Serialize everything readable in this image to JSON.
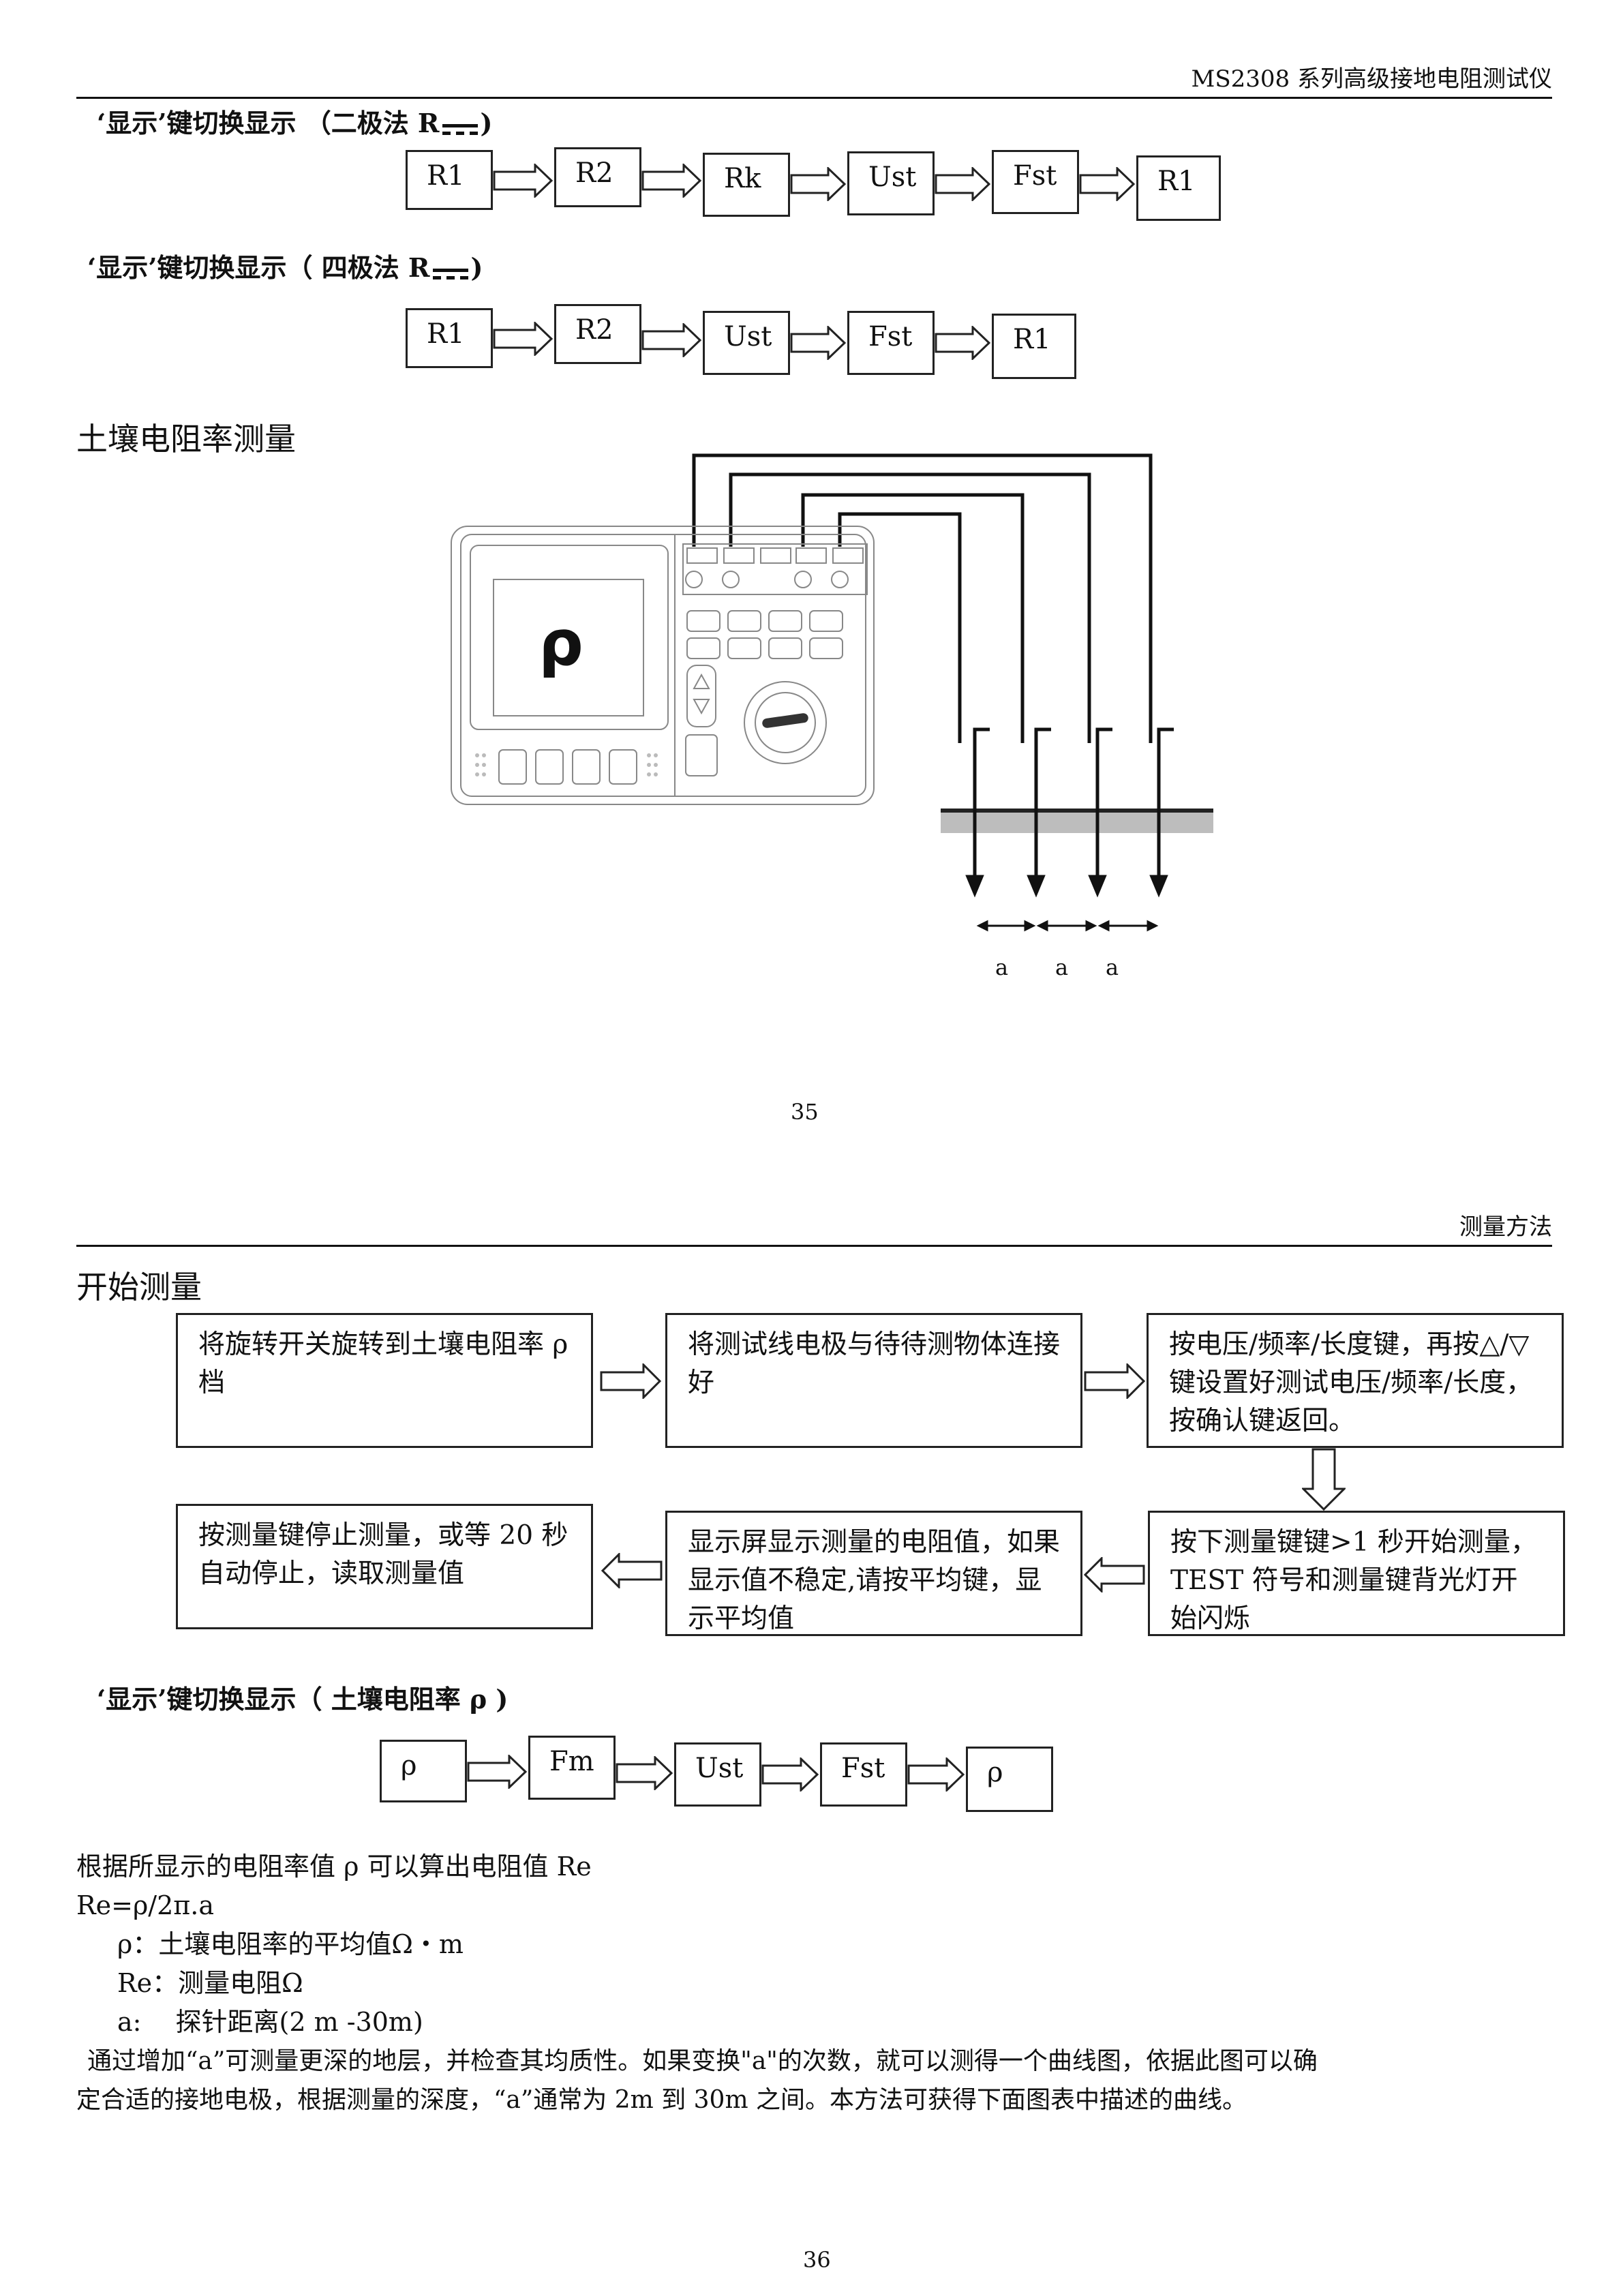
{
  "page1": {
    "header": "MS2308 系列高级接地电阻测试仪",
    "two_pole_title": "‘显示’键切换显示 （二极法 R",
    "two_pole_close": ")",
    "two_pole_flow": [
      "R1",
      "R2",
      "Rk",
      "Ust",
      "Fst",
      "R1"
    ],
    "four_pole_title": "‘显示’键切换显示（ 四极法 R",
    "four_pole_close": ")",
    "four_pole_flow": [
      "R1",
      "R2",
      "Ust",
      "Fst",
      "R1"
    ],
    "section_title": "土壤电阻率测量",
    "device_display_symbol": "ρ",
    "spacing_labels": [
      "a",
      "a",
      "a"
    ],
    "page_number": "35"
  },
  "page2": {
    "header": "测量方法",
    "section_title": "开始测量",
    "steps": [
      "将旋转开关旋转到土壤电阻率 ρ 档",
      "将测试线电极与待待测物体连接好",
      "按电压/频率/长度键，再按△/▽　　键设置好测试电压/频率/长度，按确认键返回。",
      "按下测量键键>1 秒开始测量，TEST 符号和测量键背光灯开始闪烁",
      "显示屏显示测量的电阻值，如果显示值不稳定,请按平均键，显示平均值",
      "按测量键停止测量，或等 20 秒自动停止，读取测量值"
    ],
    "rho_title": "‘显示’键切换显示（ 土壤电阻率 ρ )",
    "rho_flow": [
      "ρ",
      "Fm",
      "Ust",
      "Fst",
      "ρ"
    ],
    "text_lines": [
      "根据所显示的电阻率值 ρ 可以算出电阻值 Re",
      "Re=ρ/2π.a",
      "ρ：土壤电阻率的平均值Ω・m",
      "Re：测量电阻Ω",
      "a:　 探针距离(2 m -30m)",
      "通过增加“a”可测量更深的地层，并检查其均质性。如果变换\"a\"的次数，就可以测得一个曲线图，依据此图可以确",
      "定合适的接地电极，根据测量的深度，“a”通常为 2m 到 30m 之间。本方法可获得下面图表中描述的曲线。"
    ],
    "page_number": "36"
  }
}
